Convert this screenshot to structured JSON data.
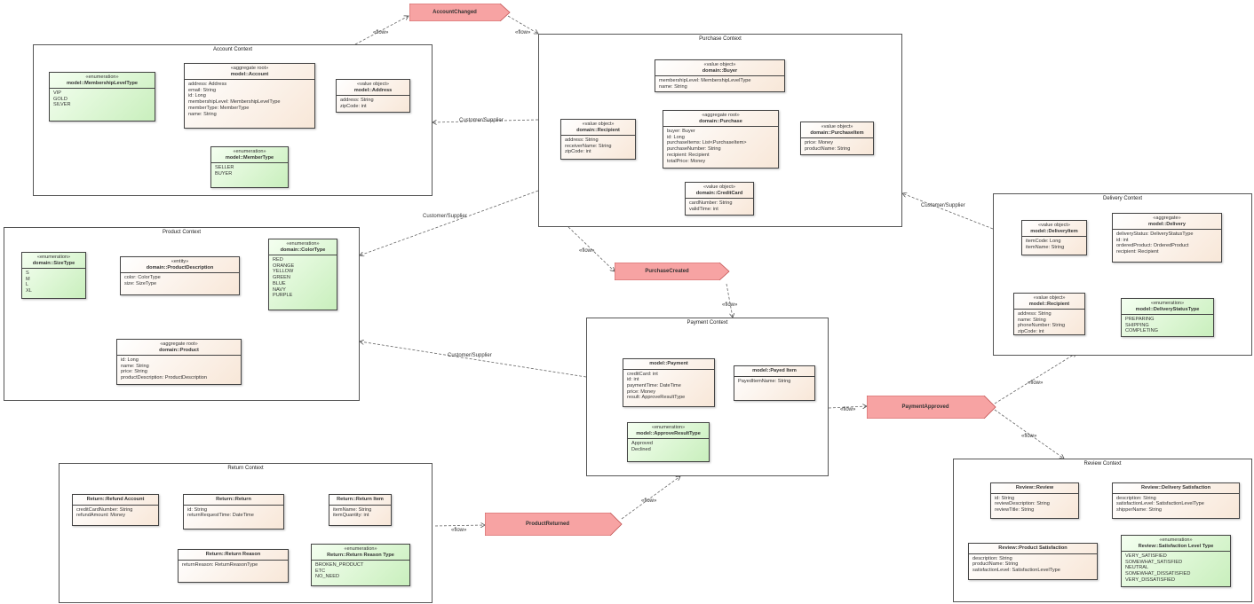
{
  "contexts": {
    "account": {
      "title": "Account Context",
      "membership_level_type": {
        "stereo": "«enumeration»",
        "name": "model::MembershipLevelType",
        "items": [
          "VIP",
          "GOLD",
          "SILVER"
        ]
      },
      "account": {
        "stereo": "«aggregate root»",
        "name": "model::Account",
        "items": [
          "address: Address",
          "email: String",
          "id: Long",
          "membershipLevel: MembershipLevelType",
          "memberType: MemberType",
          "name: String"
        ]
      },
      "address": {
        "stereo": "«value object»",
        "name": "model::Address",
        "items": [
          "address: String",
          "zipCode: int"
        ]
      },
      "member_type": {
        "stereo": "«enumeration»",
        "name": "model::MemberType",
        "items": [
          "SELLER",
          "BUYER"
        ]
      }
    },
    "purchase": {
      "title": "Purchase Context",
      "buyer": {
        "stereo": "«value object»",
        "name": "domain::Buyer",
        "items": [
          "membershipLevel: MembershipLevelType",
          "name: String"
        ]
      },
      "recipient": {
        "stereo": "«value object»",
        "name": "domain::Recipient",
        "items": [
          "address: String",
          "receiverName: String",
          "zipCode: int"
        ]
      },
      "purchase": {
        "stereo": "«aggregate root»",
        "name": "domain::Purchase",
        "items": [
          "buyer: Buyer",
          "id: Long",
          "purchaseItems: List<PurchaseItem>",
          "purchaseNumber: String",
          "recipient: Recipient",
          "totalPrice: Money"
        ]
      },
      "purchase_item": {
        "stereo": "«value object»",
        "name": "domain::PurchaseItem",
        "items": [
          "price: Money",
          "productName: String"
        ]
      },
      "credit_card": {
        "stereo": "«value object»",
        "name": "domain::CreditCard",
        "items": [
          "cardNumber: String",
          "validTime: int"
        ]
      }
    },
    "product": {
      "title": "Product Context",
      "size_type": {
        "stereo": "«enumeration»",
        "name": "domain::SizeType",
        "items": [
          "S",
          "M",
          "L",
          "XL"
        ]
      },
      "product_description": {
        "stereo": "«entity»",
        "name": "domain::ProductDescription",
        "items": [
          "color: ColorType",
          "size: SizeType"
        ]
      },
      "color_type": {
        "stereo": "«enumeration»",
        "name": "domain::ColorType",
        "items": [
          "RED",
          "ORANGE",
          "YELLOW",
          "GREEN",
          "BLUE",
          "NAVY",
          "PURPLE"
        ]
      },
      "product": {
        "stereo": "«aggregate root»",
        "name": "domain::Product",
        "items": [
          "id: Long",
          "name: String",
          "price: String",
          "productDescription: ProductDescription"
        ]
      }
    },
    "delivery": {
      "title": "Delivery Context",
      "delivery_item": {
        "stereo": "«value object»",
        "name": "model::DeliveryItem",
        "items": [
          "itemCode: Long",
          "itemName: String"
        ]
      },
      "delivery": {
        "stereo": "«aggregate»",
        "name": "model::Delivery",
        "items": [
          "deliveryStatus: DeliveryStatusType",
          "id: int",
          "orderedProduct: OrderedProduct",
          "recipient: Recipient"
        ]
      },
      "recipient": {
        "stereo": "«value object»",
        "name": "model::Recipient",
        "items": [
          "address: String",
          "name: String",
          "phoneNumber: String",
          "zipCode: int"
        ]
      },
      "delivery_status_type": {
        "stereo": "«enumeration»",
        "name": "model::DeliveryStatusType",
        "items": [
          "PREPARING",
          "SHIPPING",
          "COMPLETING"
        ]
      }
    },
    "payment": {
      "title": "Payment Context",
      "payment": {
        "stereo": "",
        "name": "model::Payment",
        "items": [
          "creditCard: int",
          "id: int",
          "paymentTime: DateTime",
          "price: Money",
          "result: ApproveResultType"
        ]
      },
      "payed_item": {
        "stereo": "",
        "name": "model::Payed Item",
        "items": [
          "PayedItemName: String"
        ]
      },
      "approve_result_type": {
        "stereo": "«enumeration»",
        "name": "model::ApproveResultType",
        "items": [
          "Approved",
          "Declined"
        ]
      }
    },
    "return": {
      "title": "Return Context",
      "refund_account": {
        "stereo": "",
        "name": "Return::Refund Account",
        "items": [
          "creditCardNumber: String",
          "refundAmount: Money"
        ]
      },
      "return": {
        "stereo": "",
        "name": "Return::Return",
        "items": [
          "id: String",
          "returnRequestTime: DateTime"
        ]
      },
      "return_item": {
        "stereo": "",
        "name": "Return::Return Item",
        "items": [
          "itemName: String",
          "itemQuantity: int"
        ]
      },
      "return_reason": {
        "stereo": "",
        "name": "Return::Return Reason",
        "items": [
          "returnReason: ReturnReasonType"
        ]
      },
      "return_reason_type": {
        "stereo": "«enumeration»",
        "name": "Return::Return Reason Type",
        "items": [
          "BROKEN_PRODUCT",
          "ETC",
          "NO_NEED"
        ]
      }
    },
    "review": {
      "title": "Review Context",
      "review": {
        "stereo": "",
        "name": "Review::Review",
        "items": [
          "id: String",
          "reviewDescription: String",
          "reviewTitle: String"
        ]
      },
      "delivery_satisfaction": {
        "stereo": "",
        "name": "Review::Delivery Satisfaction",
        "items": [
          "description: String",
          "satisfactionLevel: SatisfactionLevelType",
          "shipperName: String"
        ]
      },
      "product_satisfaction": {
        "stereo": "",
        "name": "Review::Product Satisfaction",
        "items": [
          "description: String",
          "productName: String",
          "satisfactionLevel: SatisfactionLevelType"
        ]
      },
      "satisfaction_level_type": {
        "stereo": "«enumeration»",
        "name": "Review::Satisfaction Level Type",
        "items": [
          "VERY_SATISFIED",
          "SOMEWHAT_SATISFIED",
          "NEUTRAL",
          "SOMEWHAT_DISSATISFIED",
          "VERY_DISSATISFIED"
        ]
      }
    }
  },
  "events": {
    "account_changed": "AccountChanged",
    "purchase_created": "PurchaseCreated",
    "payment_approved": "PaymentApproved",
    "product_returned": "ProductReturned"
  },
  "connector_labels": {
    "flows": "«flow»",
    "customer_supplier": "Customer/Supplier"
  },
  "colors": {
    "event_fill": "#f7a3a3",
    "enum_fill": "#c9efbd",
    "class_fill": "#f8e7d8"
  }
}
